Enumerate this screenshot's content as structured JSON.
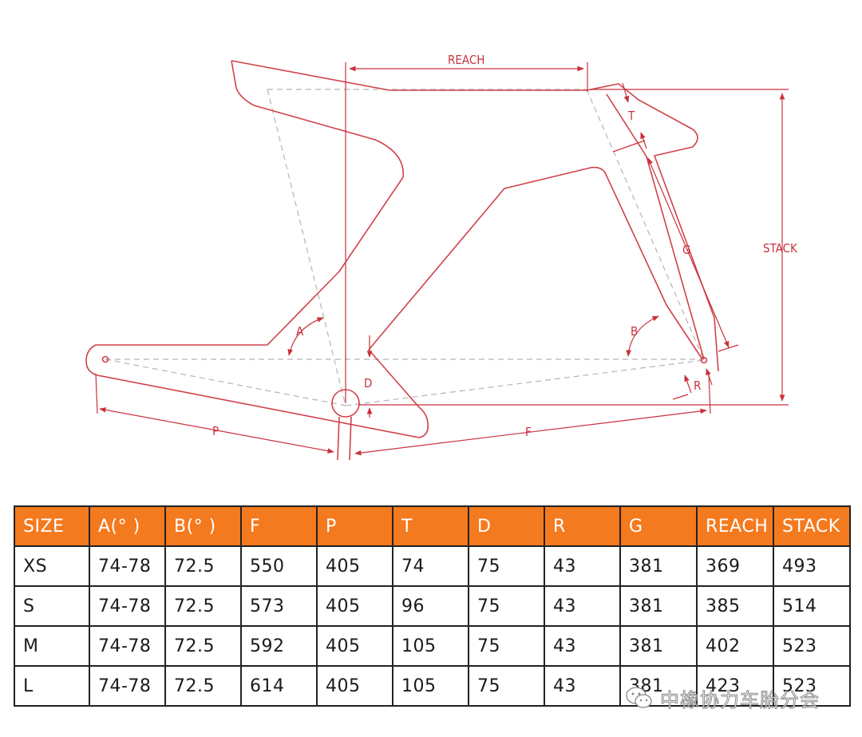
{
  "diagram": {
    "labels": {
      "reach": "REACH",
      "stack": "STACK",
      "t": "T",
      "g": "G",
      "a": "A",
      "b": "B",
      "d": "D",
      "r": "R",
      "p": "P",
      "f": "F"
    },
    "colors": {
      "frame": "#d0414a",
      "dims": "#c8323c",
      "guides": "#b5b5b5"
    }
  },
  "table": {
    "header": [
      "SIZE",
      "A(° )",
      "B(° )",
      "F",
      "P",
      "T",
      "D",
      "R",
      "G",
      "REACH",
      "STACK"
    ],
    "rows": [
      [
        "XS",
        "74-78",
        "72.5",
        "550",
        "405",
        "74",
        "75",
        "43",
        "381",
        "369",
        "493"
      ],
      [
        "S",
        "74-78",
        "72.5",
        "573",
        "405",
        "96",
        "75",
        "43",
        "381",
        "385",
        "514"
      ],
      [
        "M",
        "74-78",
        "72.5",
        "592",
        "405",
        "105",
        "75",
        "43",
        "381",
        "402",
        "523"
      ],
      [
        "L",
        "74-78",
        "72.5",
        "614",
        "405",
        "105",
        "75",
        "43",
        "381",
        "423",
        "523"
      ]
    ],
    "colors": {
      "header_bg": "#f47a1f",
      "header_text": "#ffffff",
      "border": "#222222"
    }
  },
  "watermark": {
    "text": "中橡协力车胎分会",
    "icon": "wechat-icon"
  }
}
